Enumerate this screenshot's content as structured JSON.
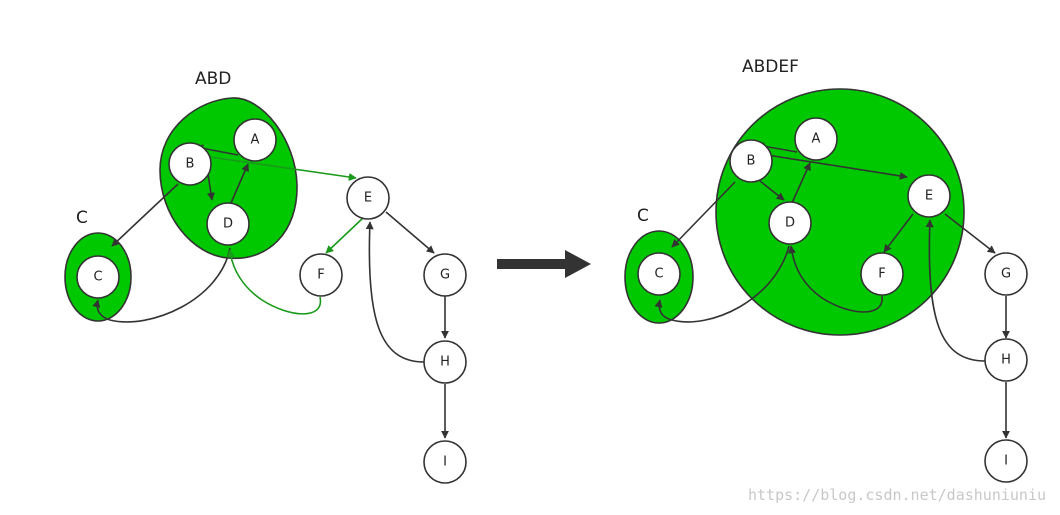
{
  "colors": {
    "component_fill": "#00c800",
    "edge_default": "#333333",
    "edge_highlight": "#1a9a1a",
    "arrow_fill": "#333333"
  },
  "left_diagram": {
    "group_labels": [
      "ABD",
      "C"
    ],
    "nodes": [
      "A",
      "B",
      "C",
      "D",
      "E",
      "F",
      "G",
      "H",
      "I"
    ]
  },
  "transition_arrow": "right-arrow-icon",
  "right_diagram": {
    "group_labels": [
      "ABDEF",
      "C"
    ],
    "nodes": [
      "A",
      "B",
      "C",
      "D",
      "E",
      "F",
      "G",
      "H",
      "I"
    ]
  },
  "watermark": "https://blog.csdn.net/dashuniuniu"
}
